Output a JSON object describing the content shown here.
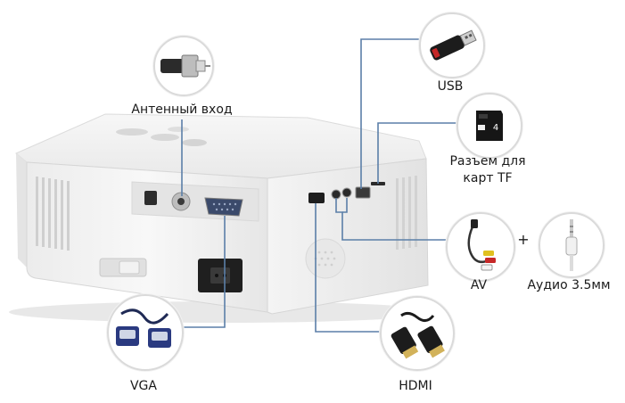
{
  "labels": {
    "antenna": "Антенный вход",
    "usb": "USB",
    "tf_line1": "Разъем для",
    "tf_line2": "карт TF",
    "av": "AV",
    "plus": "+",
    "audio": "Аудио 3.5мм",
    "vga": "VGA",
    "hdmi": "HDMI"
  },
  "icons": {
    "antenna": "coax-plug-icon",
    "usb": "usb-flash-drive-icon",
    "tf": "micro-sd-card-icon",
    "av": "rca-cable-icon",
    "audio": "audio-jack-icon",
    "vga": "vga-cable-icon",
    "hdmi": "hdmi-cable-icon"
  },
  "tf_card_text": "4",
  "colors": {
    "connector_line": "#5b7fa8",
    "projector_body": "#efefef"
  }
}
